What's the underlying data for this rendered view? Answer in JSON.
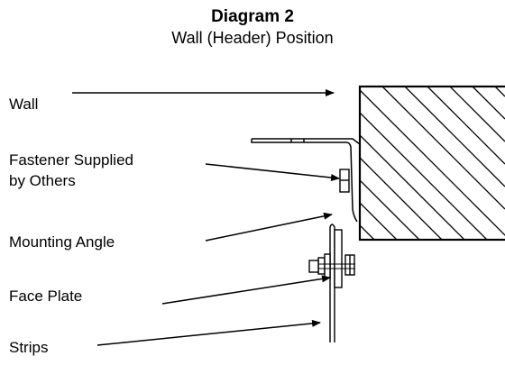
{
  "title": "Diagram 2",
  "subtitle": "Wall (Header) Position",
  "labels": {
    "wall": "Wall",
    "fastener_line1": "Fastener Supplied",
    "fastener_line2": "by Others",
    "mounting_angle": "Mounting Angle",
    "face_plate": "Face Plate",
    "strips": "Strips"
  },
  "colors": {
    "line": "#000000",
    "background": "#ffffff"
  }
}
